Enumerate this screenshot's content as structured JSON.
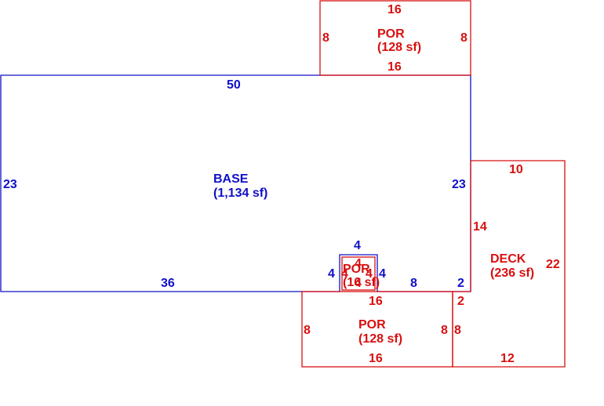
{
  "colors": {
    "base": "#1010c8",
    "addition": "#d81010"
  },
  "sketch": {
    "base": {
      "name": "BASE",
      "area": "(1,134 sf)",
      "dims": {
        "top": "50",
        "left": "23",
        "right": "23",
        "bottom_left": "36",
        "bottom_right_a": "8",
        "bottom_right_b": "2"
      }
    },
    "por_top": {
      "name": "POR",
      "area": "(128 sf)",
      "dims": {
        "top": "16",
        "left": "8",
        "right": "8",
        "bottom": "16"
      }
    },
    "bump": {
      "dims": {
        "top": "4",
        "left": "4",
        "right": "4"
      }
    },
    "por_small": {
      "name": "POR",
      "area": "(16 sf)",
      "dims": {
        "top": "4",
        "left": "4",
        "right": "4",
        "bottom": "4"
      }
    },
    "por_bottom": {
      "name": "POR",
      "area": "(128 sf)",
      "dims": {
        "top": "16",
        "left": "8",
        "right": "8",
        "bottom": "16"
      }
    },
    "deck": {
      "name": "DECK",
      "area": "(236 sf)",
      "dims": {
        "top": "10",
        "right": "22",
        "bottom": "12",
        "left_upper": "14",
        "left_mid": "2",
        "left_lower": "8"
      }
    }
  }
}
